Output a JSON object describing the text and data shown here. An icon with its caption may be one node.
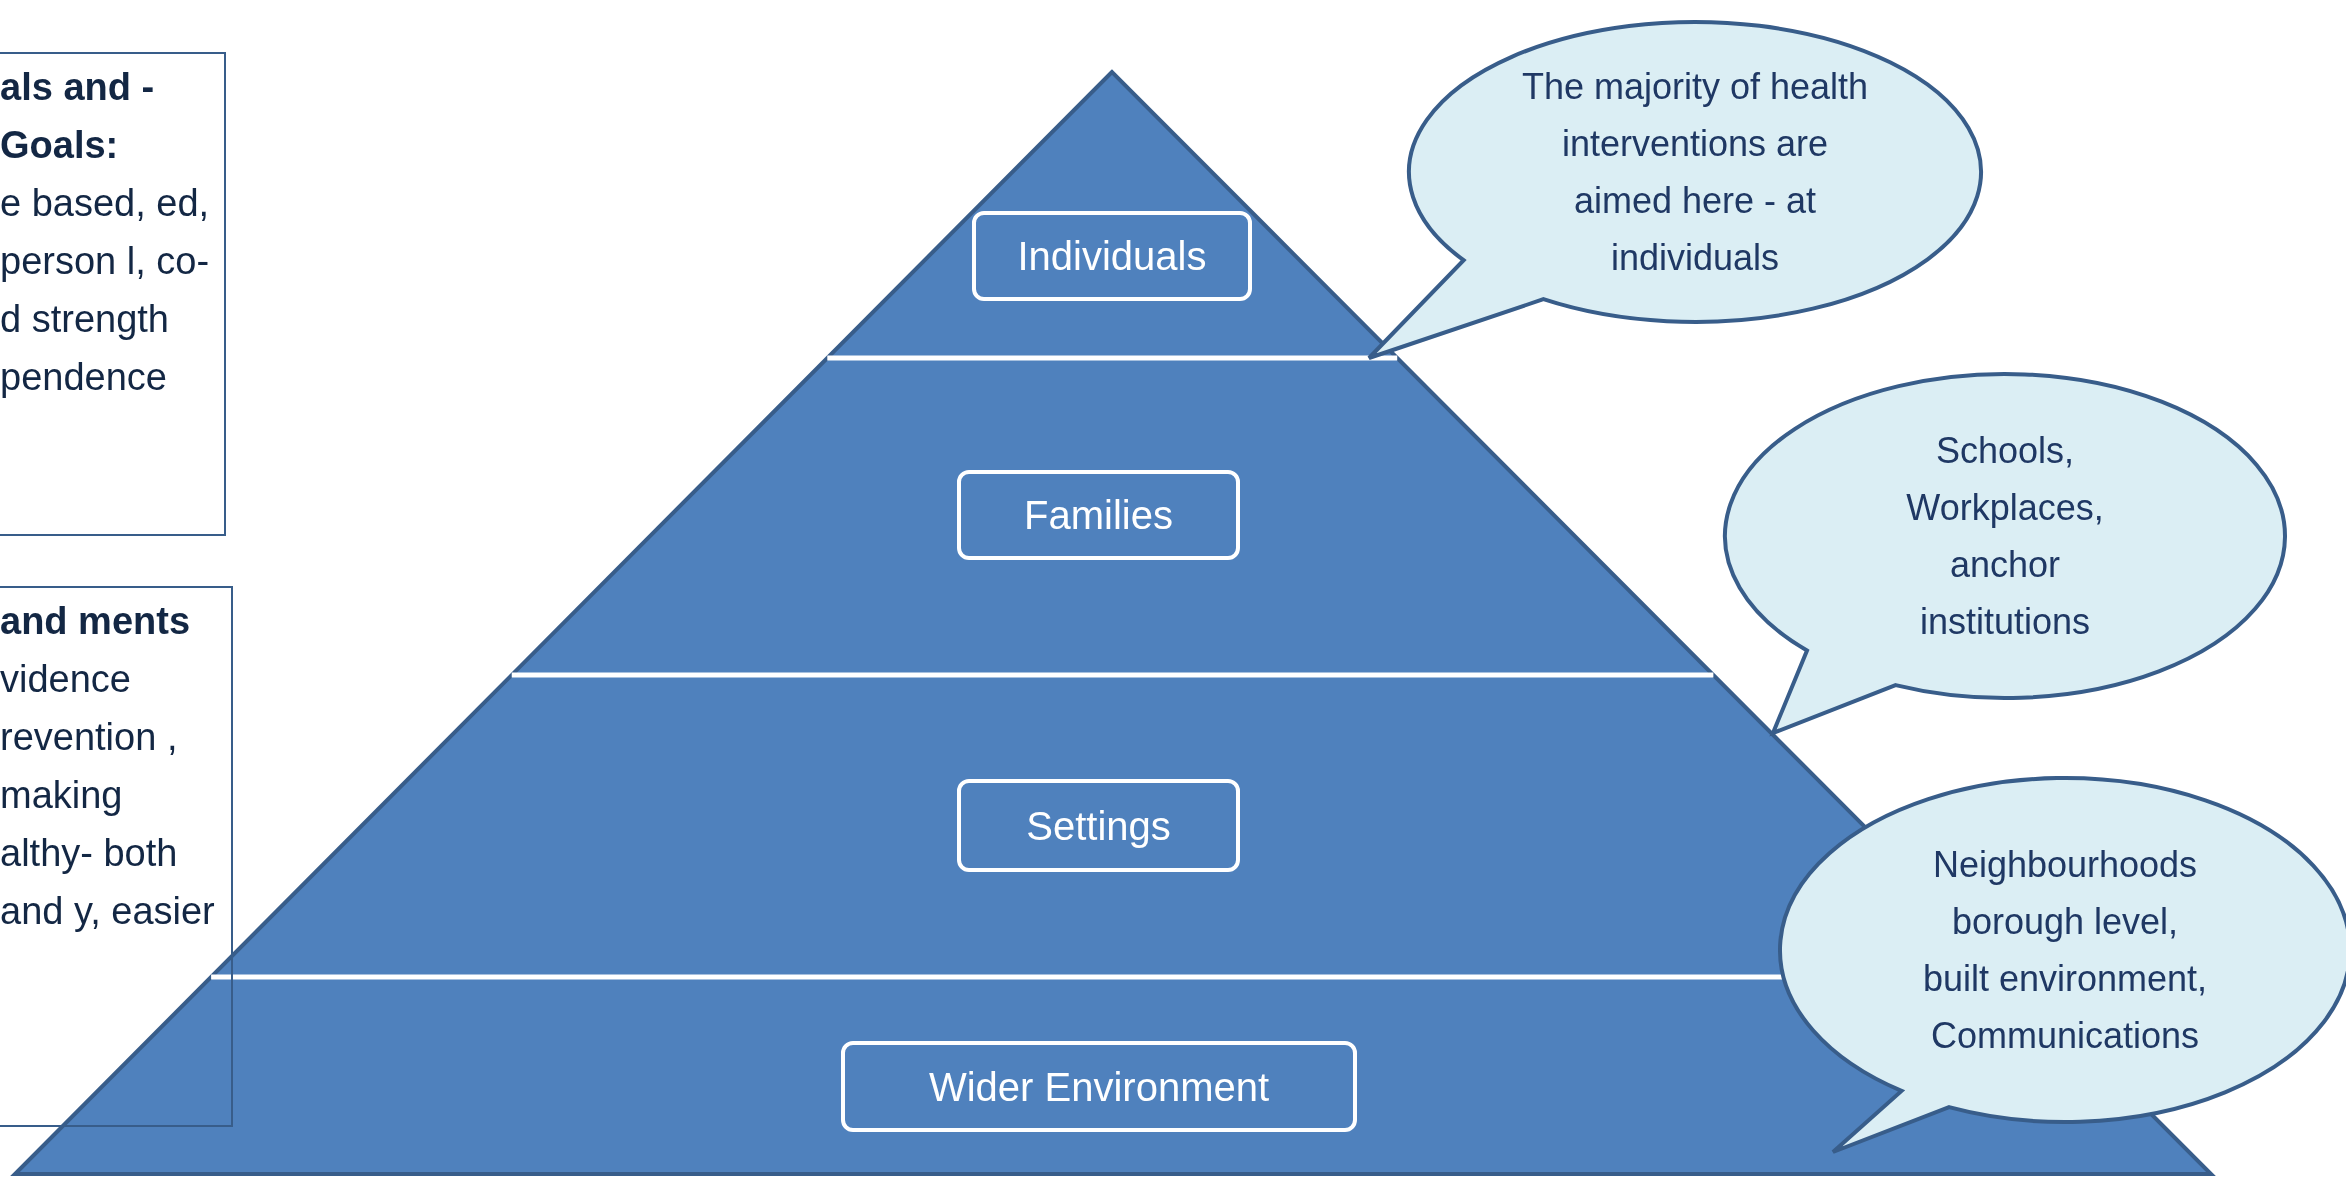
{
  "diagram": {
    "nodes": [
      {
        "text": [
          "als and - Goals:",
          "e based, ed, person l, co- d strength pendence"
        ]
      },
      {
        "text": [
          "Individuals"
        ]
      },
      {
        "text": [
          "The majority of health interventions are aimed here - at individuals"
        ]
      },
      {
        "text": [
          "Families"
        ]
      },
      {
        "text": [
          "Schools, Workplaces, anchor institutions"
        ]
      },
      {
        "text": [
          "and ments",
          "vidence revention , making althy- both and y, easier"
        ]
      },
      {
        "text": [
          "Settings"
        ]
      },
      {
        "text": [
          "Neighbourhoods borough level, built environment, Communications"
        ]
      },
      {
        "text": [
          "Wider Environment"
        ]
      }
    ]
  }
}
